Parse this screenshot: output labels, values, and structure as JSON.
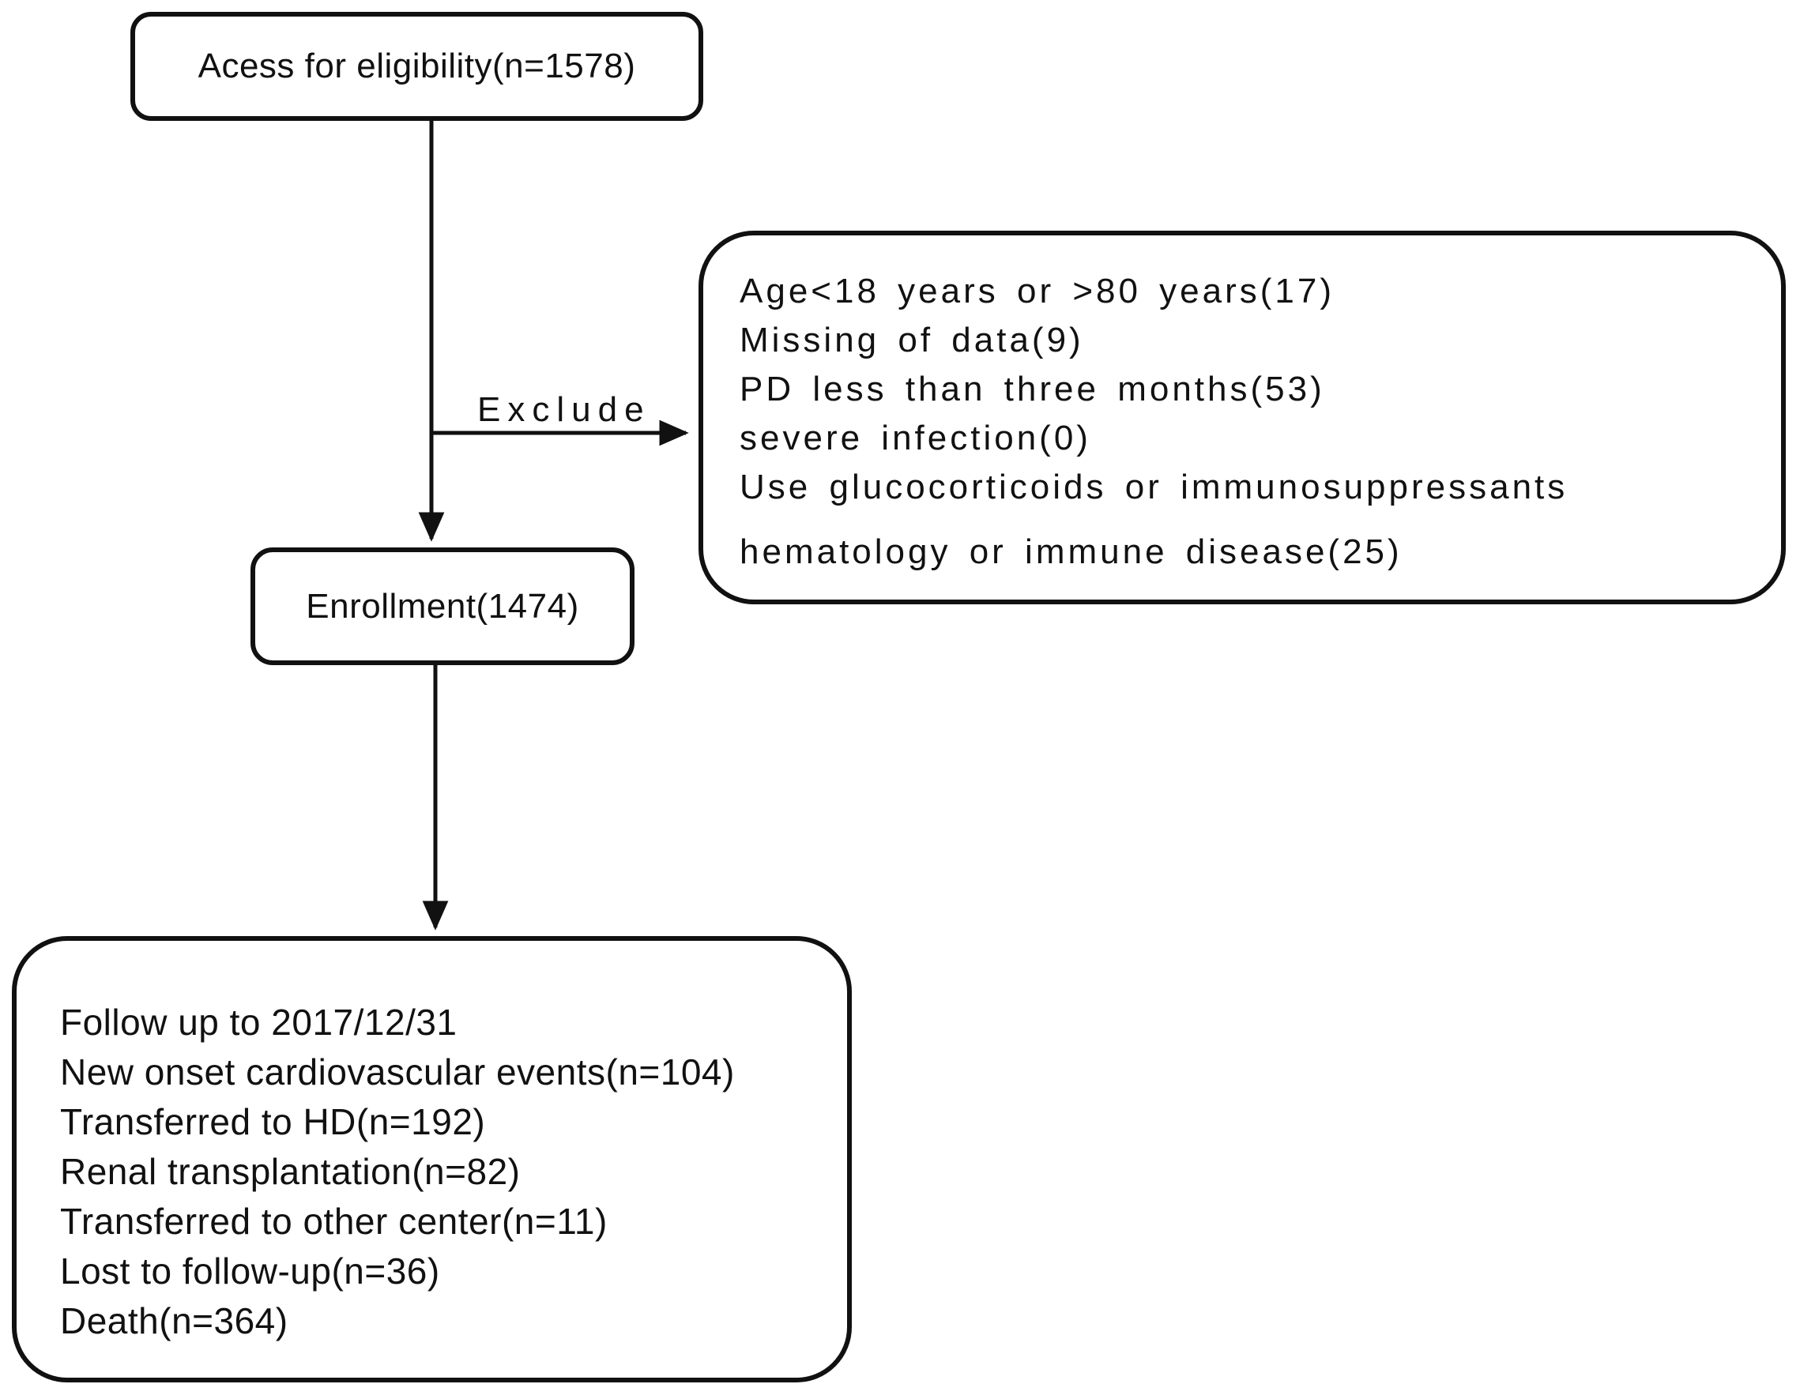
{
  "flowchart": {
    "assess_box": {
      "label": "Acess for eligibility(n=1578)"
    },
    "exclusion_box": {
      "lines": [
        "Age<18 years or >80 years(17)",
        "Missing of data(9)",
        "PD less than three months(53)",
        "severe infection(0)",
        "Use glucocorticoids or immunosuppressants",
        "hematology or immune disease(25)"
      ]
    },
    "enrollment_box": {
      "label": "Enrollment(1474)"
    },
    "followup_box": {
      "lines": [
        "Follow up to 2017/12/31",
        "New onset cardiovascular events(n=104)",
        "Transferred to HD(n=192)",
        "Renal transplantation(n=82)",
        "Transferred to other center(n=11)",
        "Lost to follow-up(n=36)",
        "Death(n=364)"
      ]
    },
    "edge_label": "Exclude",
    "colors": {
      "line": "#111111",
      "text": "#111111",
      "background": "#ffffff"
    }
  }
}
